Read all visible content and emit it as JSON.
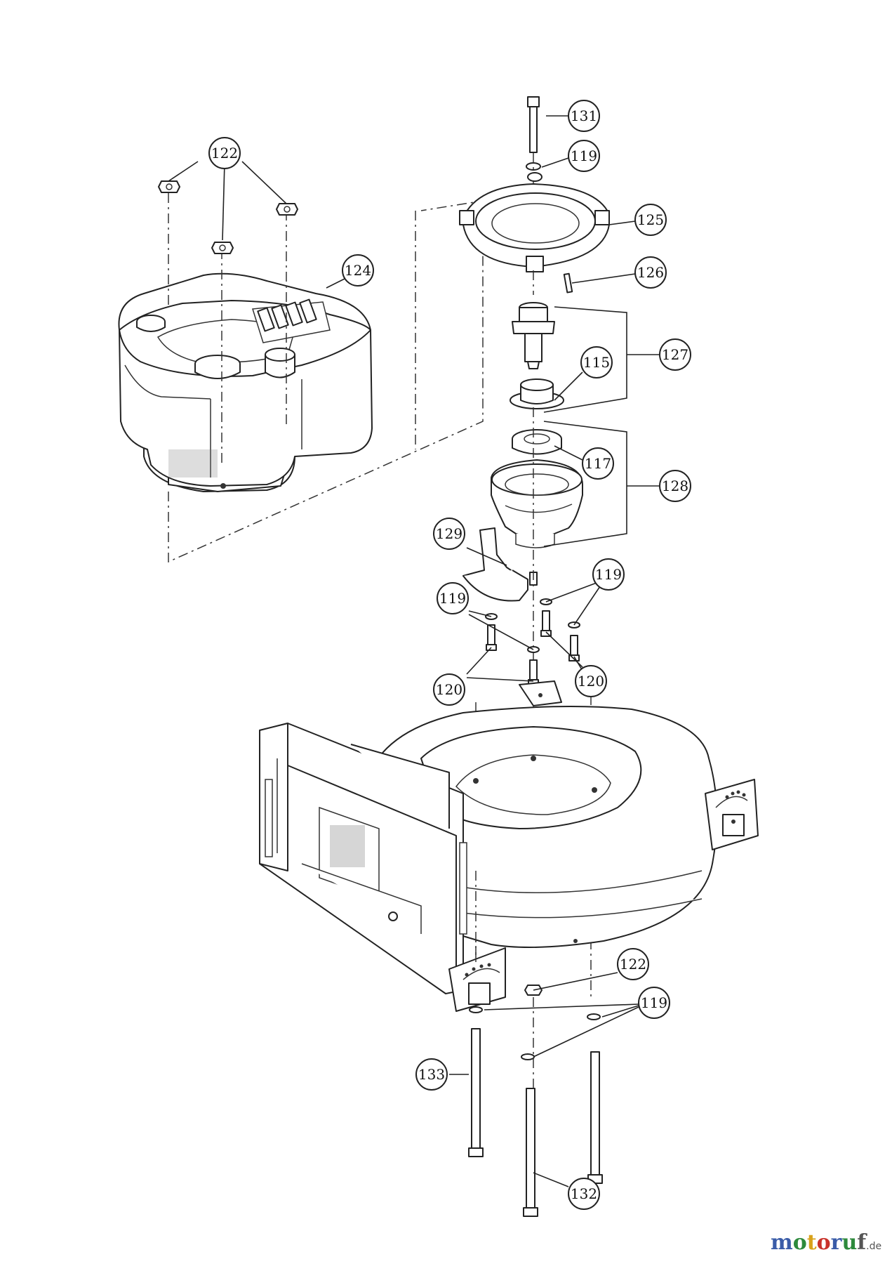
{
  "watermark": {
    "name": "motoruf",
    "tld": ".de"
  },
  "callouts": [
    {
      "id": "c131",
      "label": "131"
    },
    {
      "id": "c119a",
      "label": "119"
    },
    {
      "id": "c125",
      "label": "125"
    },
    {
      "id": "c126",
      "label": "126"
    },
    {
      "id": "c127",
      "label": "127"
    },
    {
      "id": "c115",
      "label": "115"
    },
    {
      "id": "c117",
      "label": "117"
    },
    {
      "id": "c128",
      "label": "128"
    },
    {
      "id": "c129",
      "label": "129"
    },
    {
      "id": "c119b",
      "label": "119"
    },
    {
      "id": "c119c",
      "label": "119"
    },
    {
      "id": "c120a",
      "label": "120"
    },
    {
      "id": "c120b",
      "label": "120"
    },
    {
      "id": "c122a",
      "label": "122"
    },
    {
      "id": "c124",
      "label": "124"
    },
    {
      "id": "c122b",
      "label": "122"
    },
    {
      "id": "c119d",
      "label": "119"
    },
    {
      "id": "c133",
      "label": "133"
    },
    {
      "id": "c132",
      "label": "132"
    }
  ]
}
